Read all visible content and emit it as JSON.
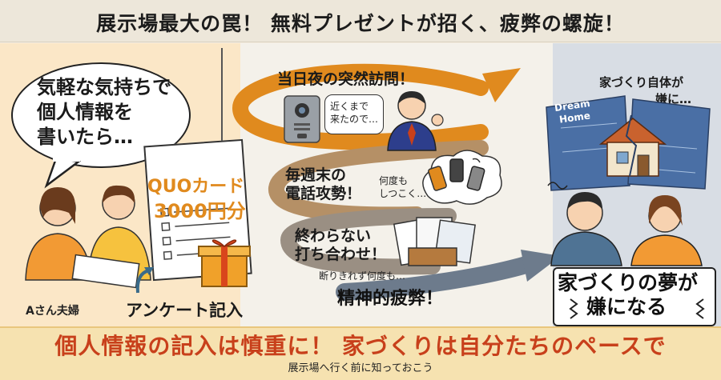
{
  "title": "展示場最大の罠！ 無料プレゼントが招く、疲弊の螺旋！",
  "left": {
    "speech_lines": [
      "気軽な気持ちで",
      "個人情報を",
      "書いたら…"
    ],
    "gift_card_lines": [
      "QUOカード",
      "3000円分"
    ],
    "couple_label": "Aさん夫婦",
    "survey_label": "アンケート記入"
  },
  "middle": {
    "visit_title": "当日夜の突然訪問！",
    "visit_speech": [
      "近くまで",
      "来たので…"
    ],
    "call_title": [
      "毎週末の",
      "電話攻勢！"
    ],
    "call_note": [
      "何度も",
      "しつこく…"
    ],
    "meeting_title": [
      "終わらない",
      "打ち合わせ！"
    ],
    "refuse_note": "断りきれず何度も…",
    "exhaustion": "精神的疲弊！"
  },
  "right": {
    "thought": [
      "家づくり自体が",
      "嫌に…"
    ],
    "blueprint_text": [
      "Dream",
      "Home"
    ],
    "result_lines": [
      "家づくりの夢が",
      "嫌になる"
    ]
  },
  "footer": {
    "main": "個人情報の記入は慎重に！ 家づくりは自分たちのペースで",
    "sub": "展示場へ行く前に知っておこう"
  },
  "colors": {
    "accent_orange": "#e08a1e",
    "warning_red": "#c8401b",
    "spiral_gray": "#6d7b8c"
  }
}
